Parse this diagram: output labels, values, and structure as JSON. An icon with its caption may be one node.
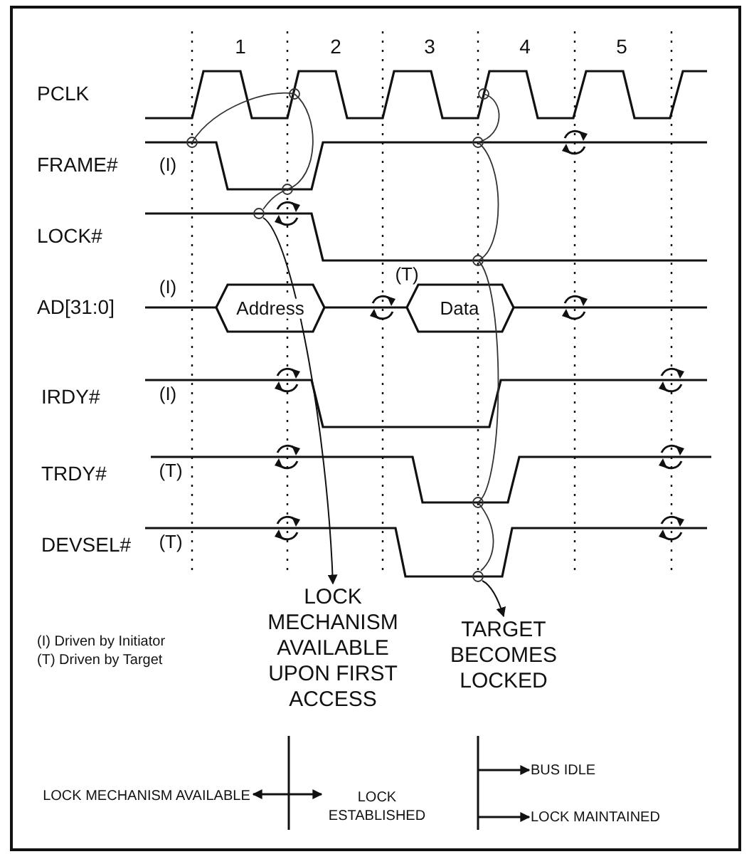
{
  "diagram": {
    "nodes": [
      {
        "text": [],
        "shape": "circle"
      },
      {
        "text": [],
        "shape": "circle"
      },
      {
        "text": [
          "LOCK MECHANISM AVAILABLE UPON FIRST ACCESS"
        ]
      },
      {
        "text": [
          "TARGET BECOMES LOCKED"
        ]
      },
      {
        "text": [
          "BUS IDLE"
        ]
      },
      {
        "text": [
          "LOCK MECHANISM AVAILABLE"
        ]
      },
      {
        "text": [
          "LOCK ESTABLISHED"
        ]
      },
      {
        "text": [
          "LOCK MAINTAINED"
        ]
      }
    ],
    "edges": [
      {
        "from": 0,
        "to": 2,
        "arrow": "to"
      },
      {
        "from": 1,
        "to": 3,
        "arrow": "to"
      },
      {
        "from": 5,
        "to": 6,
        "arrow": "both"
      },
      {
        "from": null,
        "to": 4,
        "arrow": "to"
      },
      {
        "from": null,
        "to": 7,
        "arrow": "to"
      }
    ],
    "labels": [
      "1",
      "2",
      "3",
      "4",
      "5",
      "PCLK",
      "FRAME#",
      "(I)",
      "LOCK#",
      "(T)",
      "(I)",
      "AD[31:0]",
      "Address",
      "Data",
      "IRDY#",
      "(I)",
      "TRDY#",
      "(T)",
      "DEVSEL#",
      "(T)",
      "(I) Driven by Initiator",
      "(T) Driven by Target"
    ]
  }
}
